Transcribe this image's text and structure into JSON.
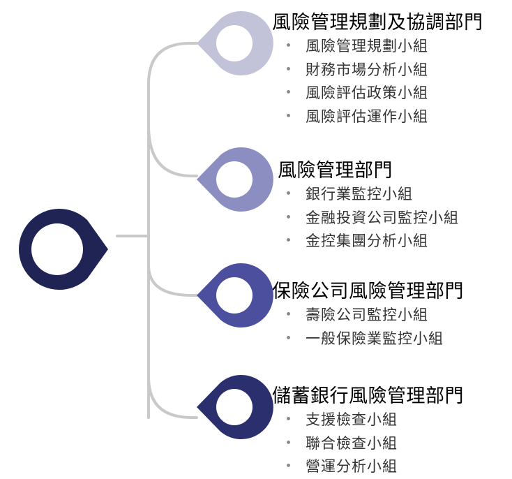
{
  "colors": {
    "connector": "#c9c9c9",
    "root": "#1f2454",
    "pin_1": "#c2c2d8",
    "pin_2": "#8c8ec2",
    "pin_3": "#4b4f9d",
    "pin_4": "#2b2f6e"
  },
  "root": {
    "icon": "location-pin-icon"
  },
  "departments": [
    {
      "title": "風險管理規劃及協調部門",
      "items": [
        "風險管理規劃小組",
        "財務市場分析小組",
        "風險評估政策小組",
        "風險評估運作小組"
      ]
    },
    {
      "title": "風險管理部門",
      "items": [
        "銀行業監控小組",
        "金融投資公司監控小組",
        "金控集團分析小組"
      ]
    },
    {
      "title": "保險公司風險管理部門",
      "items": [
        "壽險公司監控小組",
        "一般保險業監控小組"
      ]
    },
    {
      "title": "儲蓄銀行風險管理部門",
      "items": [
        "支援檢查小組",
        "聯合檢查小組",
        "營運分析小組"
      ]
    }
  ]
}
